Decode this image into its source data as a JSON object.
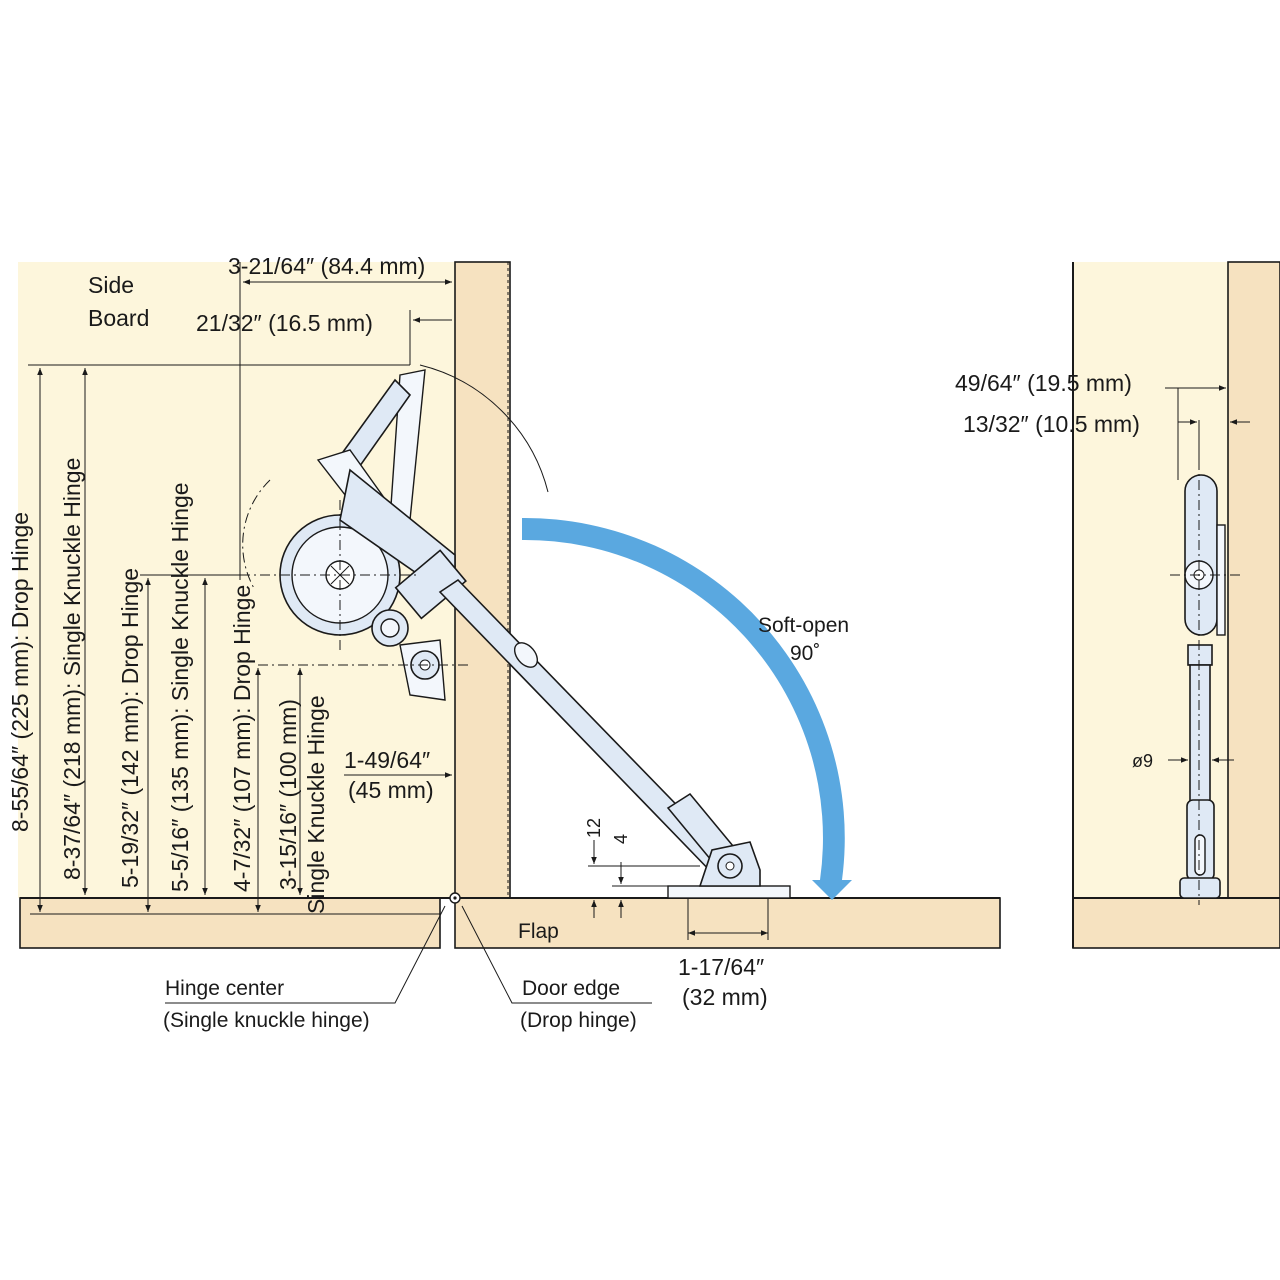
{
  "labels": {
    "side_board_line1": "Side",
    "side_board_line2": "Board",
    "flap": "Flap",
    "soft_open_line1": "Soft-open",
    "soft_open_line2": "90˚",
    "hinge_center_line1": "Hinge center",
    "hinge_center_line2": "(Single knuckle hinge)",
    "door_edge_line1": "Door edge",
    "door_edge_line2": "(Drop hinge)"
  },
  "dimensions": {
    "top_width": "3-21/64″ (84.4 mm)",
    "top_offset": "21/32″ (16.5 mm)",
    "arm_inset_line1": "1-49/64″",
    "arm_inset_line2": "(45 mm)",
    "base_width_line1": "1-17/64″",
    "base_width_line2": "(32 mm)",
    "base_height_a": "12",
    "base_height_b": "4",
    "side_width_a": "49/64″ (19.5 mm)",
    "side_width_b": "13/32″ (10.5 mm)",
    "rod_diameter": "ø9",
    "h1": "8-55/64″ (225 mm): Drop Hinge",
    "h2": "8-37/64″ (218 mm): Single Knuckle Hinge",
    "h3": "5-19/32″ (142 mm): Drop Hinge",
    "h4": "5-5/16″ (135 mm): Single Knuckle Hinge",
    "h5": "4-7/32″ (107 mm): Drop Hinge",
    "h6_line1": "3-15/16″ (100 mm)",
    "h6_line2": "Single Knuckle Hinge"
  },
  "colors": {
    "cream": "#fdf6dc",
    "wood": "#f6e2c0",
    "arrow": "#5aa8e0",
    "part": "#dfe9f5"
  },
  "icons": {
    "soft_open_arrow": "curved-arrow-icon"
  }
}
